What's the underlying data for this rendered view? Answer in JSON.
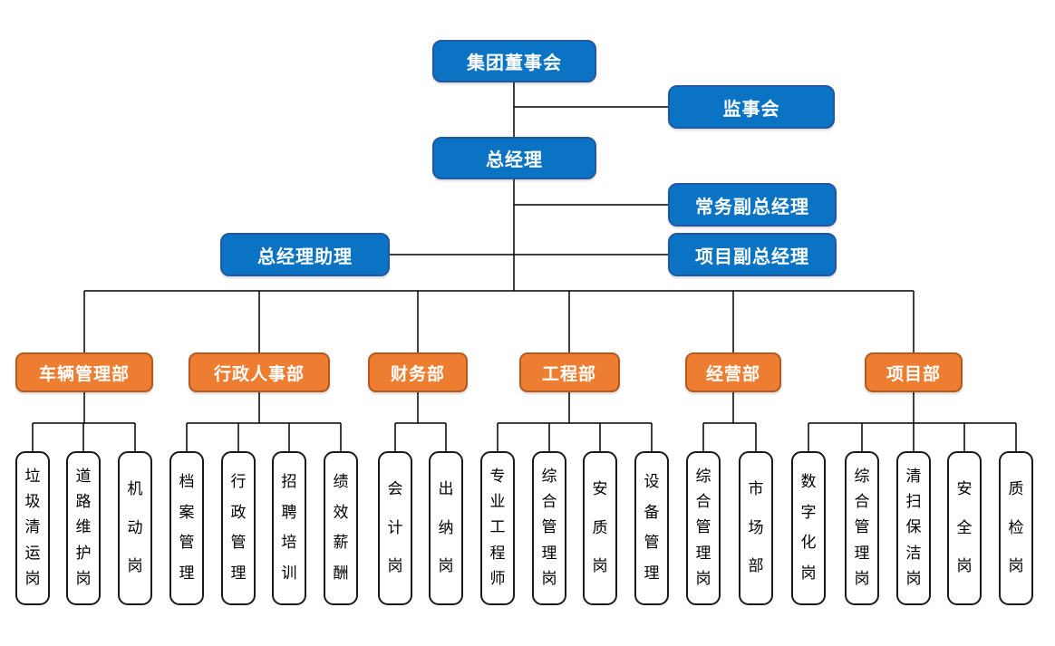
{
  "colors": {
    "blue_fill": "#0B73C4",
    "blue_border": "#2257A5",
    "orange_fill": "#ED7D31",
    "orange_border": "#B55A1E",
    "connector": "#000000",
    "position_border": "#1A1A1A",
    "executive_text": "#FFFFFF",
    "position_text": "#000000"
  },
  "nodes": {
    "board": {
      "label": "集团董事会"
    },
    "supervisory_board": {
      "label": "监事会"
    },
    "general_manager": {
      "label": "总经理"
    },
    "executive_deputy_gm": {
      "label": "常务副总经理"
    },
    "gm_assistant": {
      "label": "总经理助理"
    },
    "project_deputy_gm": {
      "label": "项目副总经理"
    }
  },
  "departments": [
    {
      "label": "车辆管理部",
      "positions": [
        "垃圾清运岗",
        "道路维护岗",
        "机动岗"
      ]
    },
    {
      "label": "行政人事部",
      "positions": [
        "档案管理",
        "行政管理",
        "招聘培训",
        "绩效薪酬"
      ]
    },
    {
      "label": "财务部",
      "positions": [
        "会计岗",
        "出纳岗"
      ]
    },
    {
      "label": "工程部",
      "positions": [
        "专业工程师",
        "综合管理岗",
        "安质岗",
        "设备管理"
      ]
    },
    {
      "label": "经营部",
      "positions": [
        "综合管理岗",
        "市场部"
      ]
    },
    {
      "label": "项目部",
      "positions": [
        "数字化岗",
        "综合管理岗",
        "清扫保洁岗",
        "安全岗",
        "质检岗"
      ]
    }
  ]
}
